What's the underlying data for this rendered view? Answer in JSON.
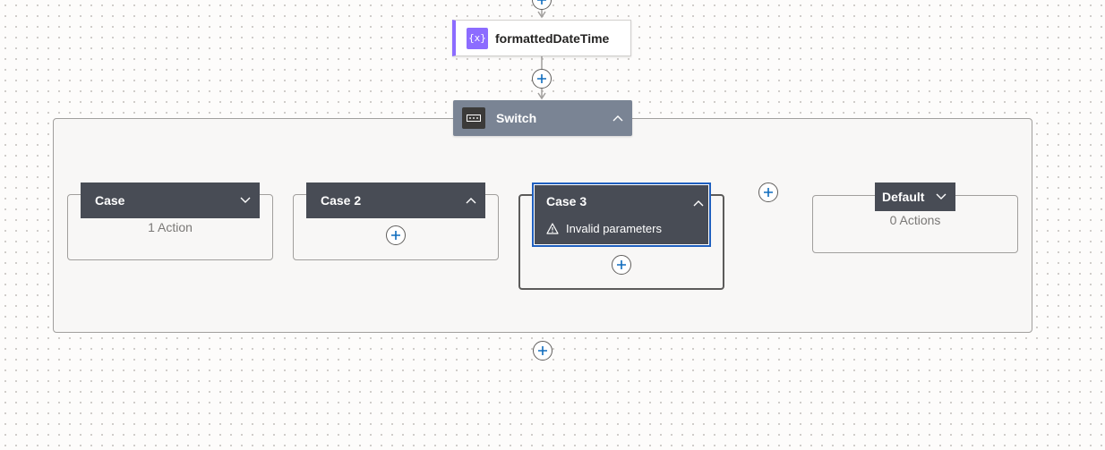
{
  "action": {
    "title": "formattedDateTime",
    "icon": "variable-icon",
    "accent": "#8c6cff"
  },
  "switch": {
    "title": "Switch",
    "icon": "switch-icon",
    "header_color": "#7a8494"
  },
  "cases": [
    {
      "title": "Case",
      "summary": "1 Action",
      "expanded": false
    },
    {
      "title": "Case 2",
      "expanded": true
    },
    {
      "title": "Case 3",
      "warning": "Invalid parameters",
      "expanded": true,
      "selected": true
    },
    {
      "title": "Default",
      "summary": "0 Actions",
      "expanded": false
    }
  ],
  "colors": {
    "case_header": "#484c55",
    "plus_icon": "#0f6cbd",
    "selection_border": "#1f5fbf"
  }
}
